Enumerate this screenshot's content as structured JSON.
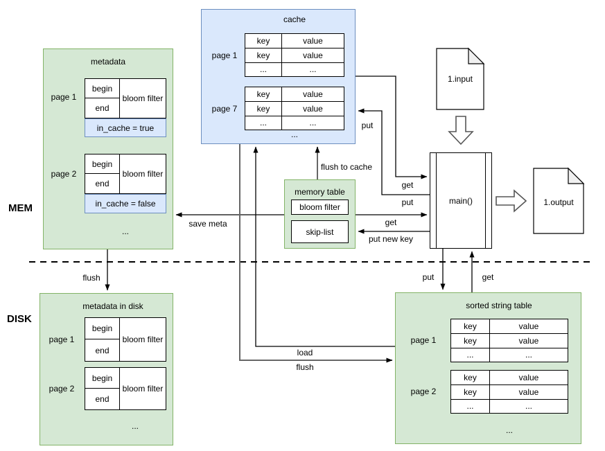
{
  "labels": {
    "mem": "MEM",
    "disk": "DISK"
  },
  "colors": {
    "green_fill": "#d5e8d4",
    "green_border": "#82b366",
    "blue_fill": "#dae8fc",
    "blue_border": "#6c8ebf"
  },
  "cache": {
    "title": "cache",
    "pages": [
      {
        "label": "page 1",
        "rows": [
          [
            "key",
            "value"
          ],
          [
            "key",
            "value"
          ],
          [
            "...",
            "..."
          ]
        ]
      },
      {
        "label": "page 7",
        "rows": [
          [
            "key",
            "value"
          ],
          [
            "key",
            "value"
          ],
          [
            "...",
            "..."
          ]
        ]
      }
    ],
    "ellipsis": "..."
  },
  "metadata": {
    "title": "metadata",
    "pages": [
      {
        "label": "page 1",
        "begin": "begin",
        "end": "end",
        "bloom": "bloom filter",
        "cache_status": "in_cache = true"
      },
      {
        "label": "page 2",
        "begin": "begin",
        "end": "end",
        "bloom": "bloom filter",
        "cache_status": "in_cache = false"
      }
    ],
    "ellipsis": "..."
  },
  "memory_table": {
    "title": "memory table",
    "bloom": "bloom filter",
    "skiplist": "skip-list"
  },
  "main_box": {
    "label": "main()"
  },
  "documents": {
    "input": "1.input",
    "output": "1.output"
  },
  "disk_metadata": {
    "title": "metadata in disk",
    "pages": [
      {
        "label": "page 1",
        "begin": "begin",
        "end": "end",
        "bloom": "bloom filter"
      },
      {
        "label": "page 2",
        "begin": "begin",
        "end": "end",
        "bloom": "bloom filter"
      }
    ],
    "ellipsis": "..."
  },
  "sst": {
    "title": "sorted string table",
    "pages": [
      {
        "label": "page 1",
        "rows": [
          [
            "key",
            "value"
          ],
          [
            "key",
            "value"
          ],
          [
            "...",
            "..."
          ]
        ]
      },
      {
        "label": "page 2",
        "rows": [
          [
            "key",
            "value"
          ],
          [
            "key",
            "value"
          ],
          [
            "...",
            "..."
          ]
        ]
      }
    ],
    "ellipsis": "..."
  },
  "edges": {
    "save_meta": "save meta",
    "flush_meta": "flush",
    "flush_to_cache": "flush to cache",
    "load": "load",
    "flush_disk": "flush",
    "get_cache": "get",
    "put_cache_main": "put",
    "put_cache": "put",
    "get_mem": "get",
    "put_new_key": "put new key",
    "put_sst": "put",
    "get_sst": "get"
  }
}
